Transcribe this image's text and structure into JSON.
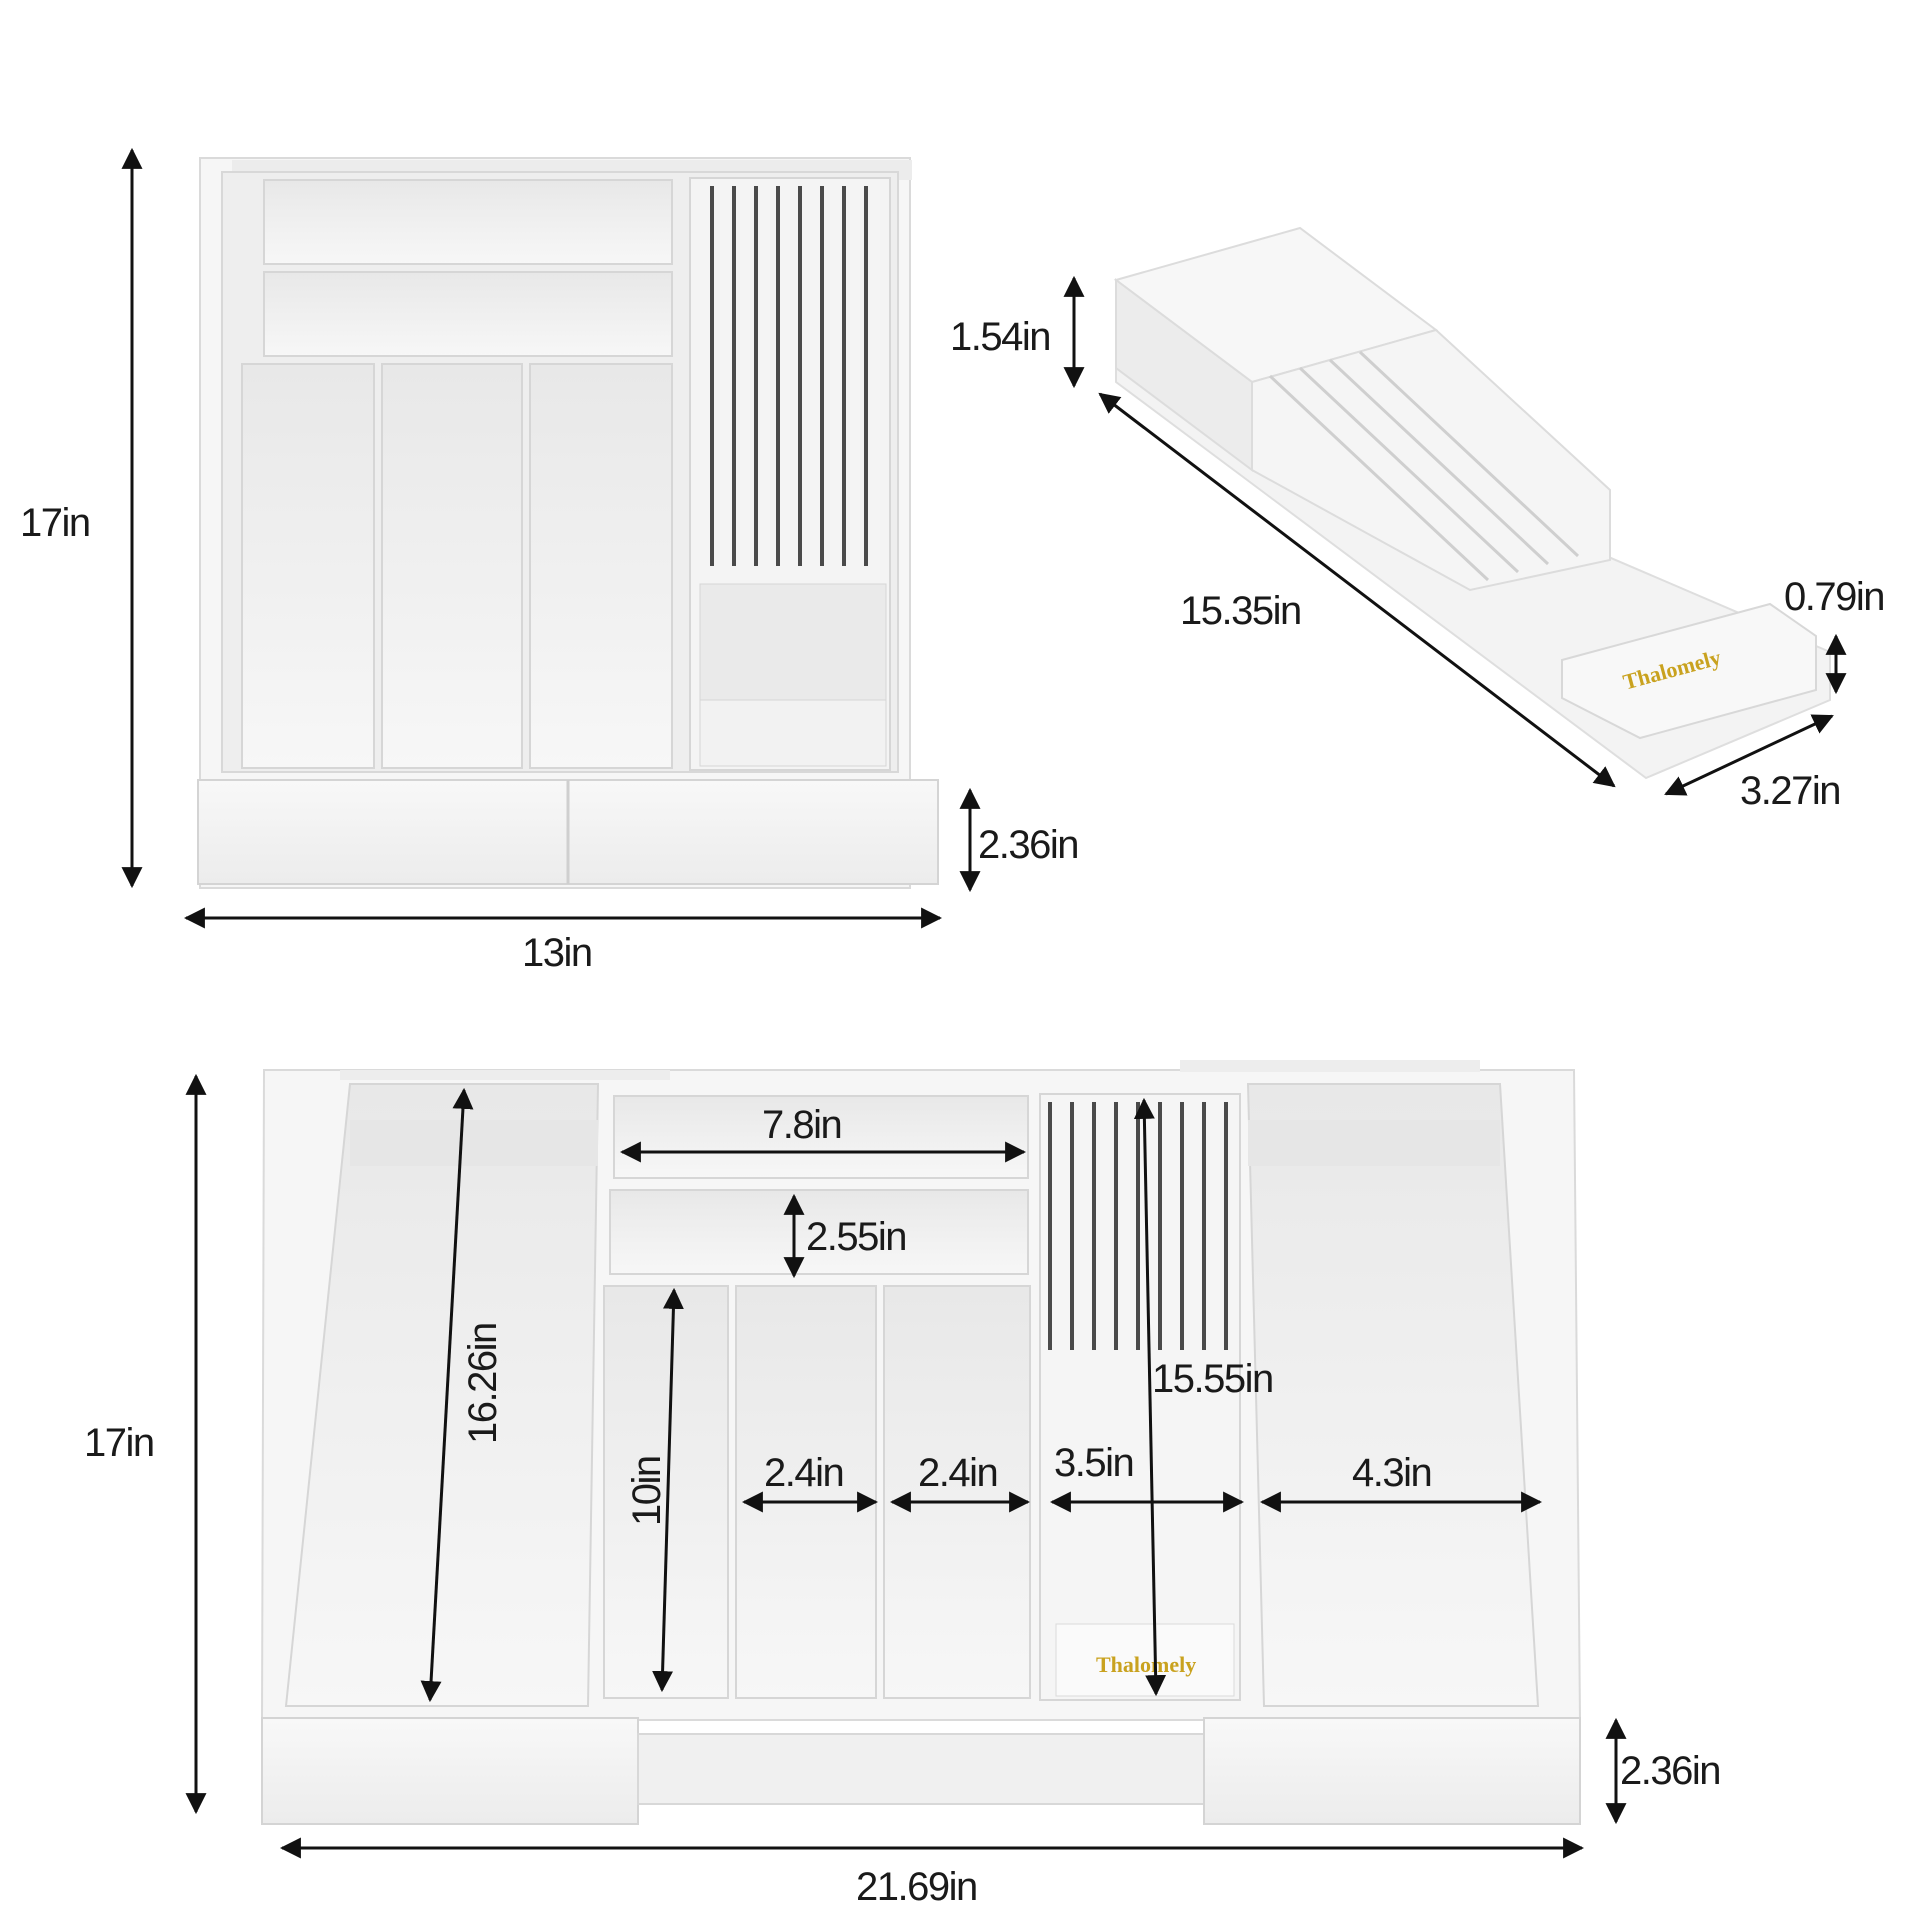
{
  "brand": {
    "name": "Thalomely",
    "color": "#c9a21f"
  },
  "colors": {
    "tray": "#f4f4f4",
    "tray_shadow": "#e3e3e3",
    "edge": "#d4d4d4",
    "slot": "#4a4a4a",
    "arrow": "#111111"
  },
  "closed_organizer": {
    "height_label": "17in",
    "width_label": "13in",
    "depth_label": "2.36in"
  },
  "knife_block": {
    "height_label": "1.54in",
    "length_label": "15.35in",
    "base_height_label": "0.79in",
    "width_label": "3.27in"
  },
  "extended_organizer": {
    "height_label": "17in",
    "side_length_label": "16.26in",
    "top_width_label": "7.8in",
    "top_depth_label": "2.55in",
    "small_length_label": "10in",
    "slot_a_label": "2.4in",
    "slot_b_label": "2.4in",
    "knife_width_label": "3.5in",
    "knife_length_label": "15.55in",
    "right_width_label": "4.3in",
    "depth_label": "2.36in",
    "width_label": "21.69in"
  }
}
